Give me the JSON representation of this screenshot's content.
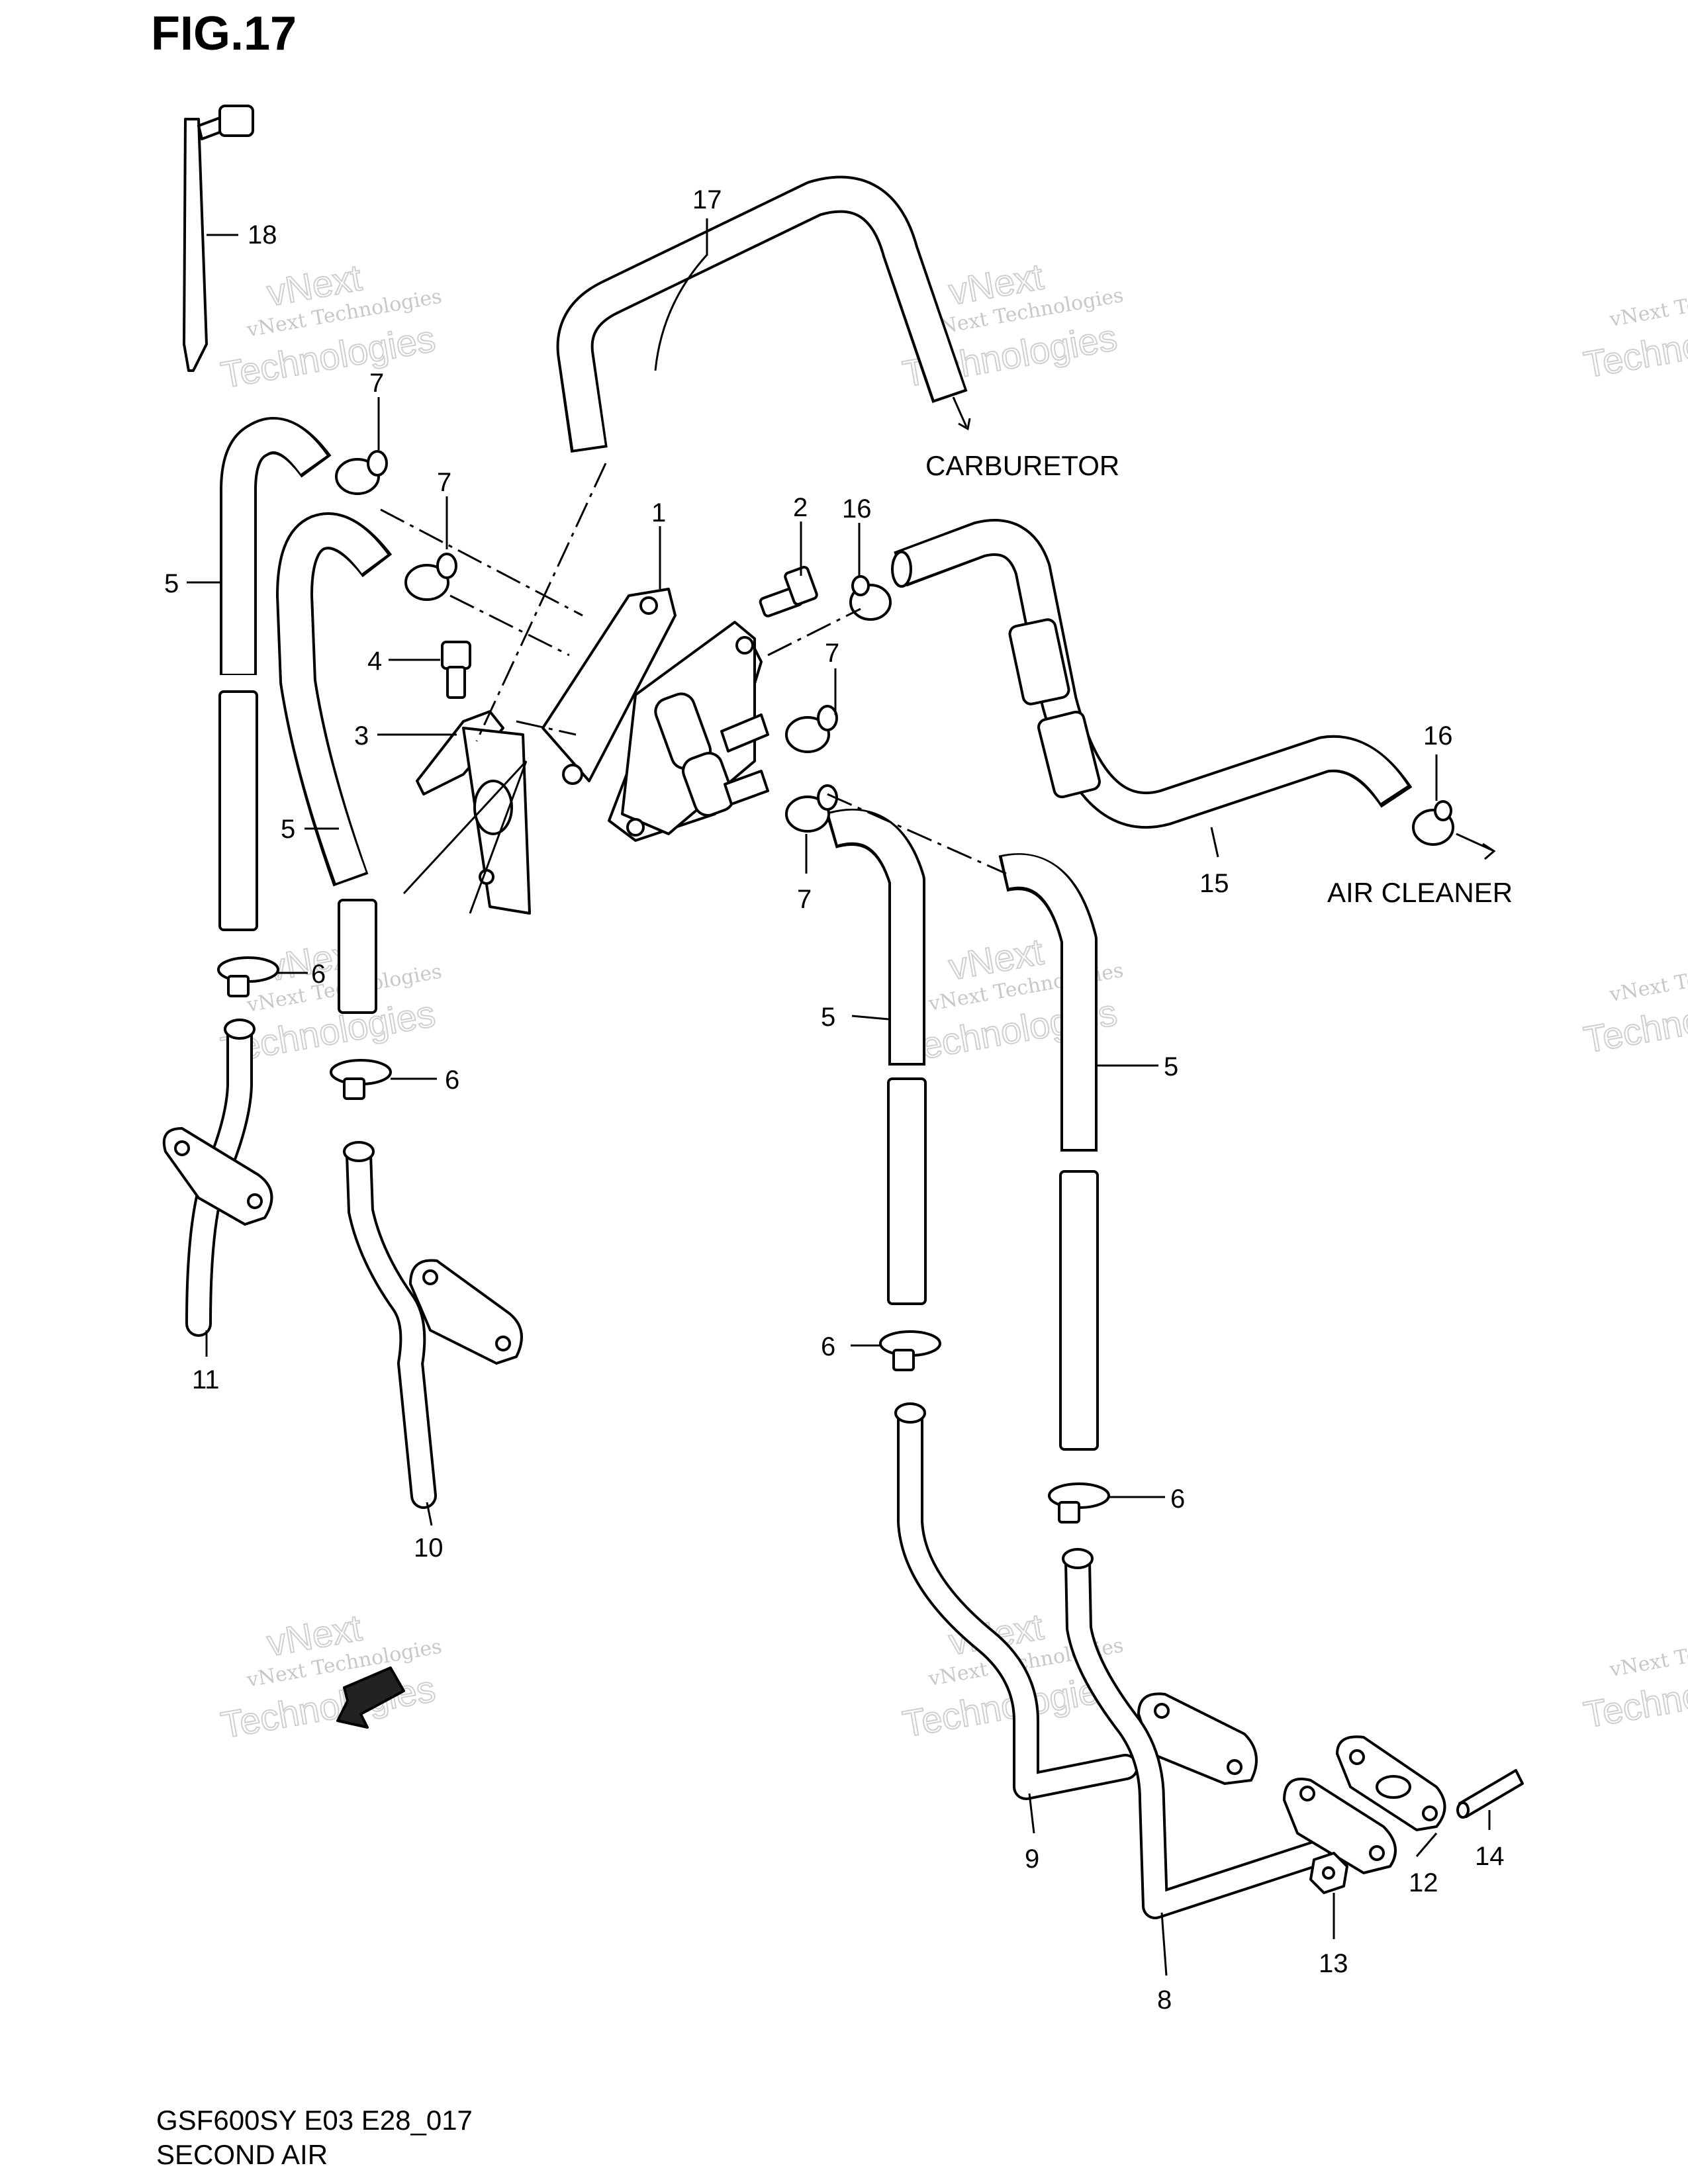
{
  "figure": {
    "title": "FIG.17",
    "model_code": "GSF600SY E03 E28_017",
    "section_name": "SECOND AIR"
  },
  "destinations": {
    "carburetor": "CARBURETOR",
    "air_cleaner": "AIR CLEANER"
  },
  "watermark": {
    "line1": "vNext Technologies",
    "line2": "Technologies",
    "line3": "vNext"
  },
  "callouts": {
    "c1": "1",
    "c2": "2",
    "c3": "3",
    "c4": "4",
    "c5a": "5",
    "c5b": "5",
    "c5c": "5",
    "c5d": "5",
    "c6a": "6",
    "c6b": "6",
    "c6c": "6",
    "c6d": "6",
    "c7a": "7",
    "c7b": "7",
    "c7c": "7",
    "c7d": "7",
    "c8": "8",
    "c9": "9",
    "c10": "10",
    "c11": "11",
    "c12": "12",
    "c13": "13",
    "c14": "14",
    "c15": "15",
    "c16a": "16",
    "c16b": "16",
    "c17": "17",
    "c18": "18"
  }
}
